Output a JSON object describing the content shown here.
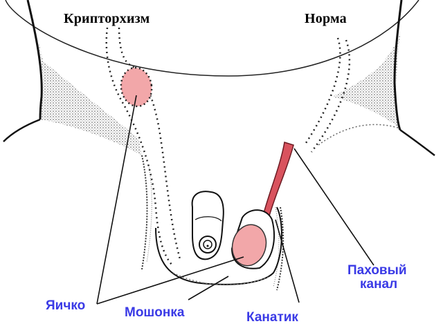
{
  "diagram": {
    "titles": {
      "left": "Крипторхизм",
      "right": "Норма"
    },
    "labels": {
      "testis": "Яичко",
      "scrotum": "Мошонка",
      "spermatic_cord": "Канатик",
      "inguinal_canal_line1": "Паховый",
      "inguinal_canal_line2": "канал"
    },
    "colors": {
      "testis_fill": "#f2a7a9",
      "cord_fill": "#d9535e",
      "label_text": "#3a3ae6",
      "outline": "#111111"
    }
  }
}
